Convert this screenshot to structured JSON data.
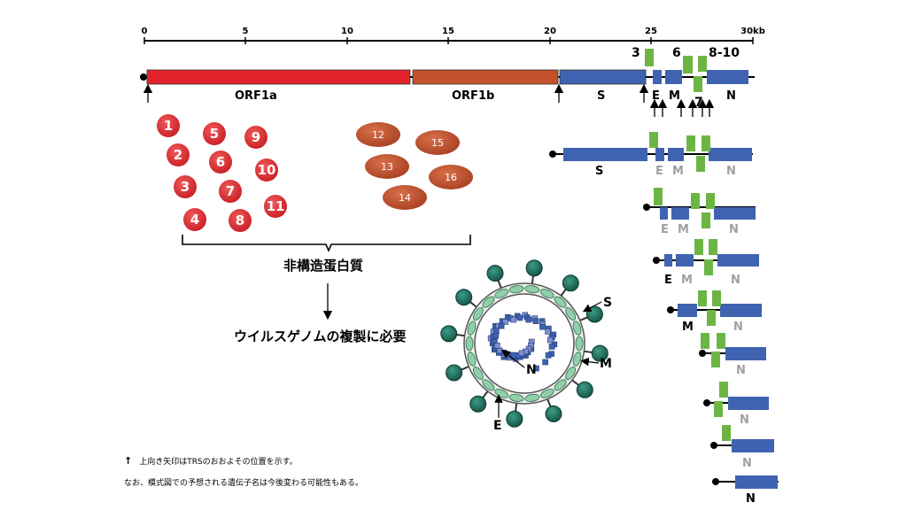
{
  "scale": {
    "ticks": [
      "0",
      "5",
      "10",
      "15",
      "20",
      "25",
      "30kb"
    ]
  },
  "genome": {
    "orf1a_label": "ORF1a",
    "orf1b_label": "ORF1b",
    "s_label": "S",
    "e_label": "E",
    "m_label": "M",
    "n_label": "N",
    "label_3": "3",
    "label_6": "6",
    "label_7": "7",
    "label_8_10": "8-10"
  },
  "nsp_red": [
    "1",
    "2",
    "3",
    "4",
    "5",
    "6",
    "7",
    "8",
    "9",
    "10",
    "11"
  ],
  "nsp_brown": [
    "12",
    "13",
    "14",
    "15",
    "16"
  ],
  "nonstructural_label": "非構造蛋白質",
  "replication_label": "ウイルスゲノムの複製に必要",
  "virion": {
    "s_label": "S",
    "m_label": "M",
    "n_label": "N",
    "e_label": "E"
  },
  "subgenomic": {
    "s": "S",
    "e": "E",
    "m": "M",
    "n": "N"
  },
  "notes": {
    "arrow_symbol": "↑",
    "line1": "上向き矢印はTRSのおおよその位置を示す。",
    "line2": "なお、模式図での予想される遺伝子名は今後変わる可能性もある。"
  },
  "colors": {
    "orf1a": "#e3232b",
    "orf1b": "#c4512b",
    "structural": "#3f63b0",
    "accessory": "#6cb545",
    "nsp_red": "#d9262c",
    "nsp_brown": "#c0502a",
    "virion_spike": "#1e6b5c",
    "virion_membrane": "#8fd0a8",
    "grey_label": "#a0a0a0"
  }
}
